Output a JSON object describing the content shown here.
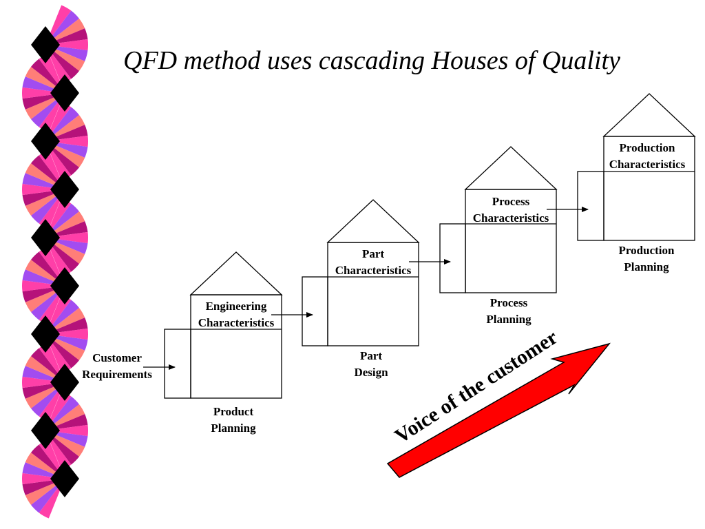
{
  "slide": {
    "title": "QFD method uses cascading Houses of Quality",
    "voice_label": "Voice of the customer",
    "colors": {
      "arrow_fill": "#ff0000",
      "border_pink": "#ff3fa8",
      "border_purple": "#a24cf0",
      "border_salmon": "#ff7e78",
      "border_magenta": "#b5127a",
      "border_black": "#000000"
    }
  },
  "houses": [
    {
      "top_label_1": "Engineering",
      "top_label_2": "Characteristics",
      "bottom_label_1": "Product",
      "bottom_label_2": "Planning"
    },
    {
      "top_label_1": "Part",
      "top_label_2": "Characteristics",
      "bottom_label_1": "Part",
      "bottom_label_2": "Design"
    },
    {
      "top_label_1": "Process",
      "top_label_2": "Characteristics",
      "bottom_label_1": "Process",
      "bottom_label_2": "Planning"
    },
    {
      "top_label_1": "Production",
      "top_label_2": "Characteristics",
      "bottom_label_1": "Production",
      "bottom_label_2": "Planning"
    }
  ],
  "customer": {
    "label_1": "Customer",
    "label_2": "Requirements"
  }
}
